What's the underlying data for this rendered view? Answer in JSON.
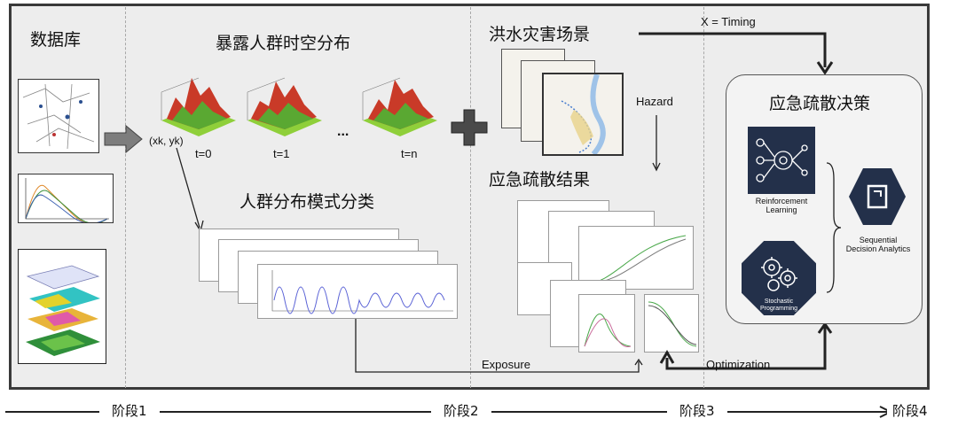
{
  "stage1": {
    "title": "数据库"
  },
  "stage2": {
    "title": "暴露人群时空分布",
    "time_labels": [
      "t=0",
      "t=1",
      "...",
      "t=n"
    ],
    "coord_label": "(xk, yk)",
    "classification_title": "人群分布模式分类"
  },
  "stage3": {
    "hazard_title": "洪水灾害场景",
    "hazard_label": "Hazard",
    "result_title": "应急疏散结果",
    "exposure_label": "Exposure"
  },
  "stage4": {
    "timing_label": "X = Timing",
    "decision_title": "应急疏散决策",
    "rl_label": "Reinforcement Learning",
    "sp_label": "Stochastic Programming",
    "sda_label": "Sequential Decision Analytics",
    "optimization_label": "Optimization"
  },
  "timeline": {
    "stages": [
      "阶段1",
      "阶段2",
      "阶段3",
      "阶段4"
    ]
  },
  "colors": {
    "frame_border": "#3a3a3a",
    "panel_bg": "#ededed",
    "icon_navy": "#23304a",
    "plot_line": "#5b63d6"
  }
}
